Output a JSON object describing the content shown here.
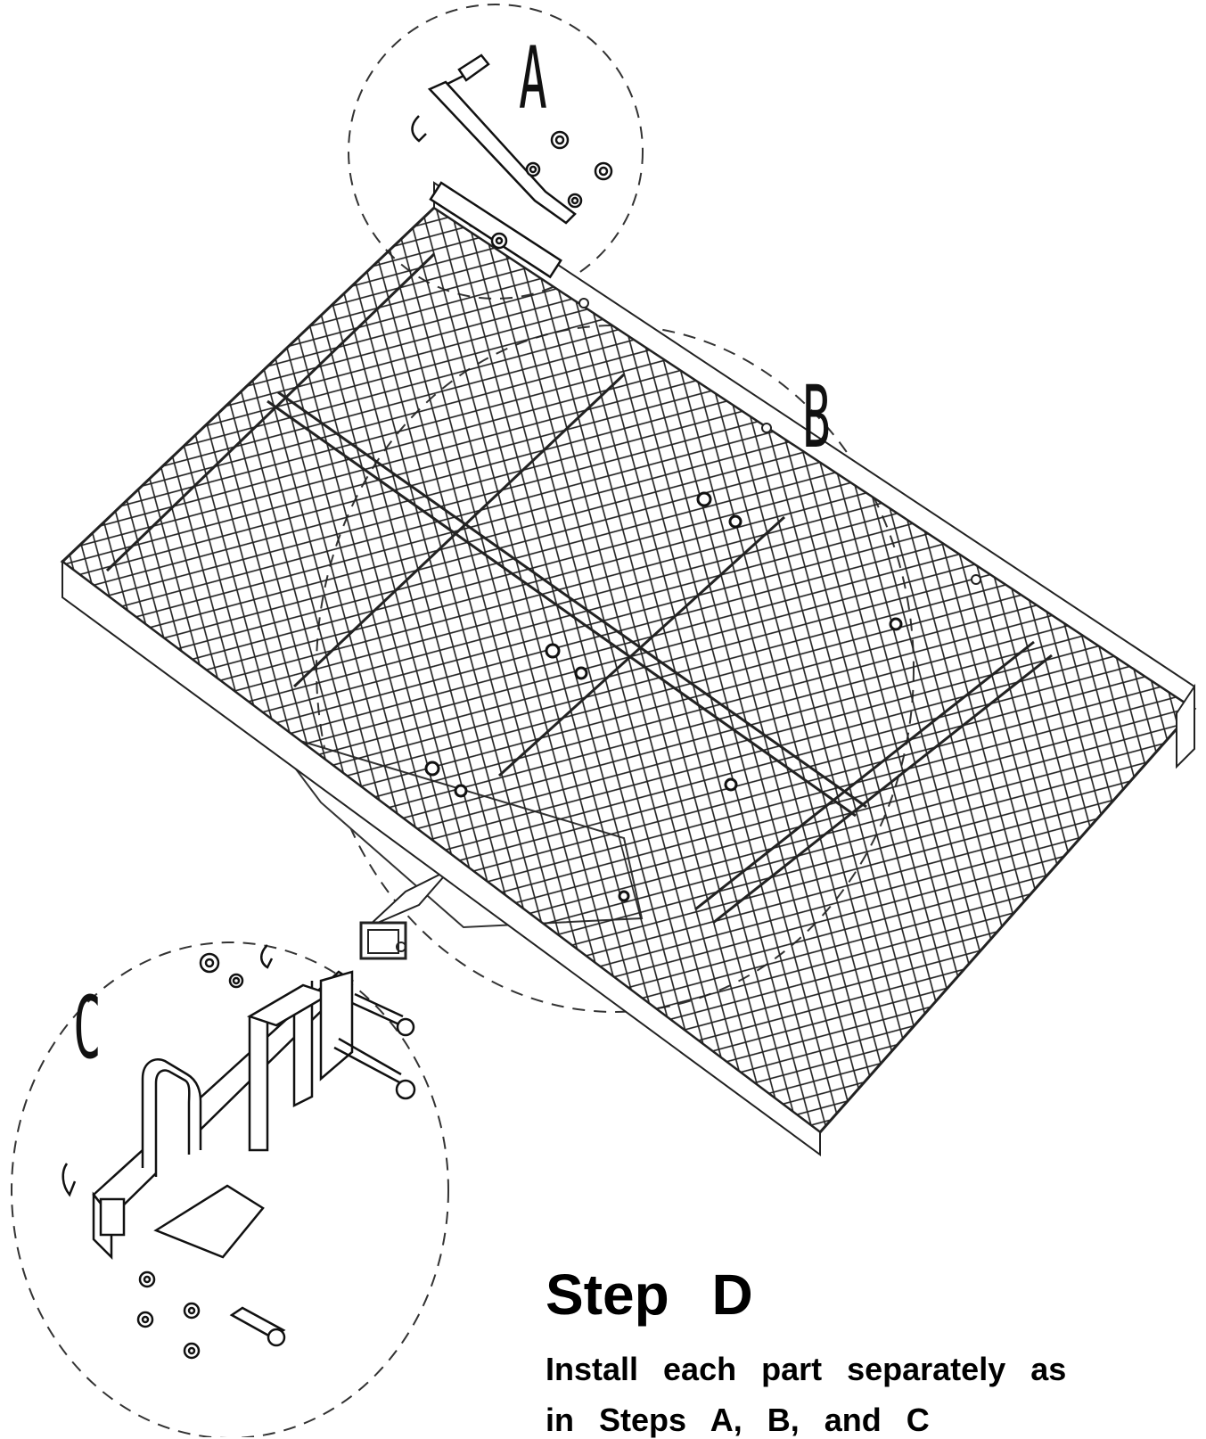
{
  "callouts": {
    "a": "A",
    "b": "B",
    "c": "C"
  },
  "step": {
    "title": "Step D",
    "instructions_line1": "Install each part separately as",
    "instructions_line2": "in Steps A, B, and C"
  },
  "colors": {
    "line": "#1a1a1a",
    "background": "#ffffff"
  }
}
